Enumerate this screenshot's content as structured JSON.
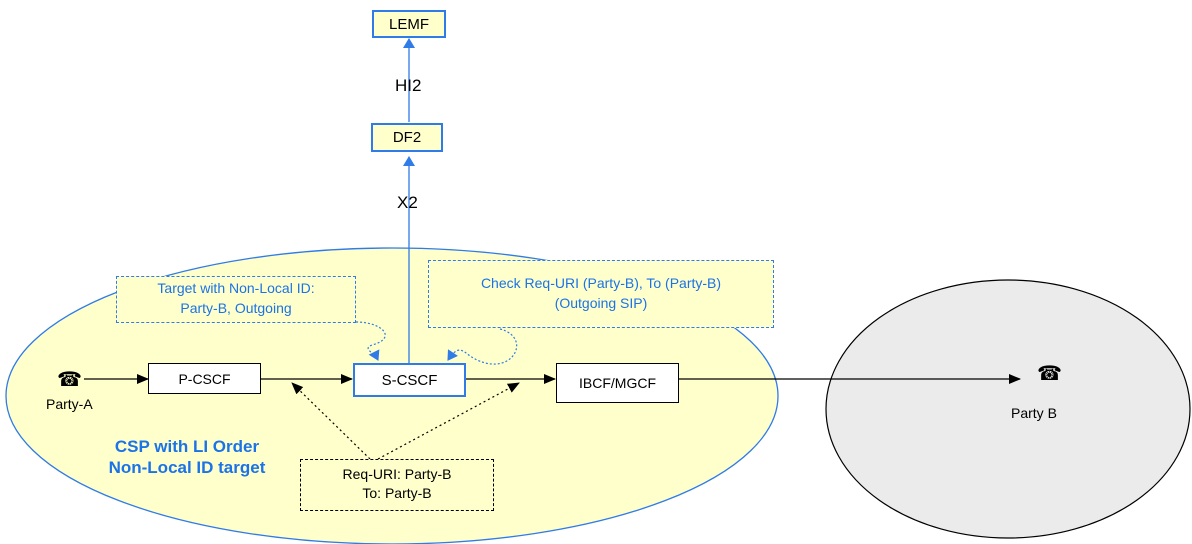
{
  "nodes": {
    "lemf": "LEMF",
    "df2": "DF2",
    "pcscf": "P-CSCF",
    "scscf": "S-CSCF",
    "ibcf": "IBCF/MGCF"
  },
  "interfaces": {
    "hi2": "HI2",
    "x2": "X2"
  },
  "parties": {
    "party_a": "Party-A",
    "party_b": "Party B"
  },
  "notes": {
    "target": [
      "Target with Non-Local ID:",
      "Party-B, Outgoing"
    ],
    "check": [
      "Check Req-URI (Party-B), To (Party-B)",
      "(Outgoing SIP)"
    ],
    "requri": [
      "Req-URI: Party-B",
      "To: Party-B"
    ]
  },
  "csp_label": [
    "CSP with LI Order",
    "Non-Local ID target"
  ],
  "icons": {
    "phone": "telephone-icon"
  },
  "colors": {
    "accent_blue": "#2f7be8",
    "fill_yellow": "#ffffcc",
    "fill_gray": "#ebebeb"
  }
}
